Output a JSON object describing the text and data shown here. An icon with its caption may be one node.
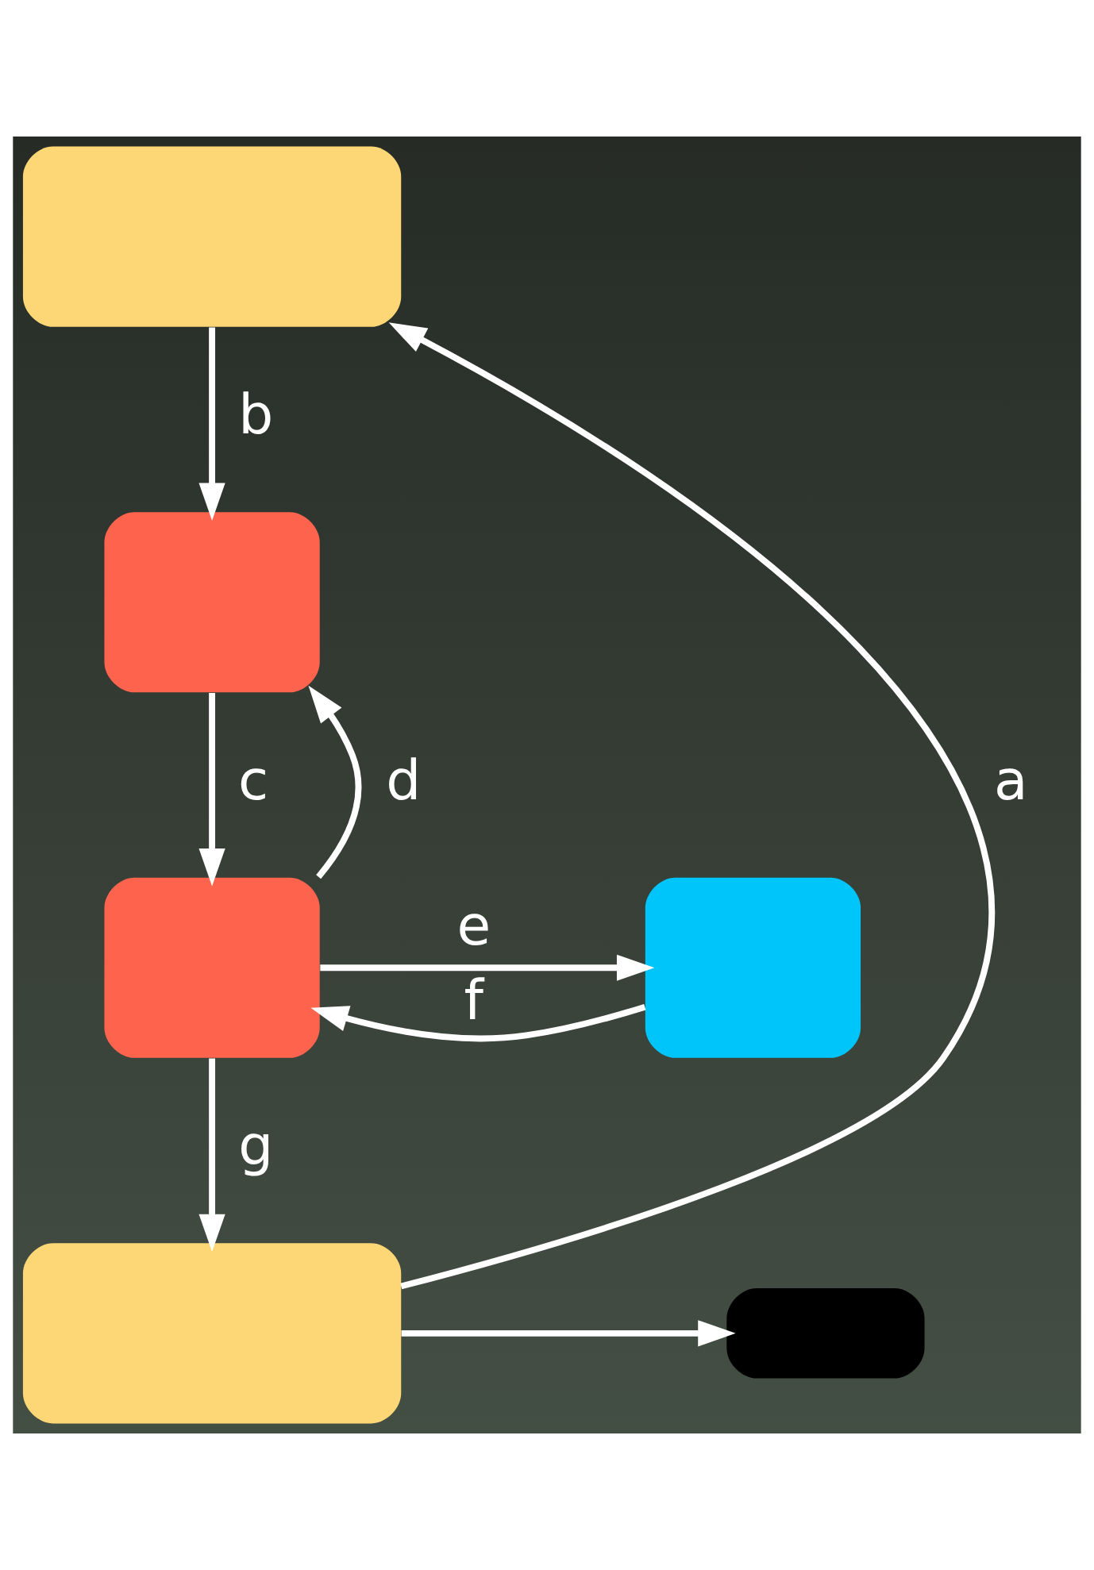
{
  "diagram": {
    "nodes": [
      {
        "text": [],
        "shape": "box"
      },
      {
        "text": [],
        "shape": "box"
      },
      {
        "text": [],
        "shape": "box"
      },
      {
        "text": [],
        "shape": "box"
      },
      {
        "text": [],
        "shape": "box"
      },
      {
        "text": [],
        "shape": "box"
      }
    ],
    "edges": [
      {
        "from": 4,
        "to": 0,
        "arrow": "to",
        "label": "a"
      },
      {
        "from": 0,
        "to": 1,
        "arrow": "to",
        "label": "b"
      },
      {
        "from": 1,
        "to": 2,
        "arrow": "to",
        "label": "c"
      },
      {
        "from": 2,
        "to": 1,
        "arrow": "to",
        "label": "d"
      },
      {
        "from": 2,
        "to": 3,
        "arrow": "to",
        "label": "e"
      },
      {
        "from": 3,
        "to": 2,
        "arrow": "to",
        "label": "f"
      },
      {
        "from": 2,
        "to": 4,
        "arrow": "to",
        "label": "g"
      },
      {
        "from": 4,
        "to": 5,
        "arrow": "to"
      }
    ]
  }
}
